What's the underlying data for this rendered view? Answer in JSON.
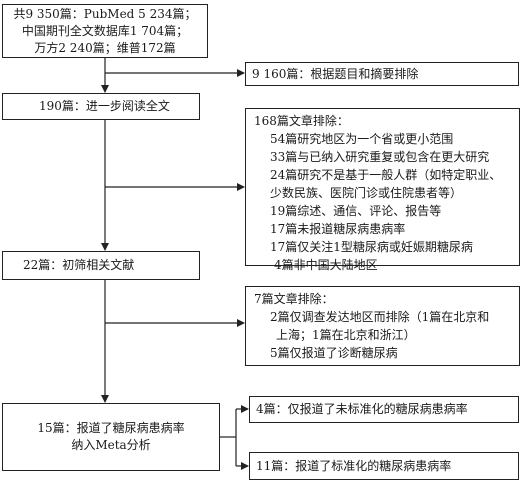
{
  "boxes": {
    "sources": {
      "lines": [
        "共9 350篇：PubMed 5 234篇；",
        "中国期刊全文数据库1 704篇；",
        "万方2 240篇；维普172篇"
      ]
    },
    "excluded_title": {
      "text": "9 160篇：根据题目和摘要排除"
    },
    "full_text": {
      "text": "190篇：进一步阅读全文"
    },
    "excluded_168": {
      "heading": "168篇文章排除：",
      "items": [
        "54篇研究地区为一个省或更小范围",
        "33篇与已纳入研究重复或包含在更大研究",
        "24篇研究不是基于一般人群（如特定职业、",
        "少数民族、医院门诊或住院患者等）",
        "19篇综述、通信、评论、报告等",
        "17篇未报道糖尿病患病率",
        "17篇仅关注1型糖尿病或妊娠期糖尿病",
        "4篇非中国大陆地区"
      ]
    },
    "initial": {
      "text": "22篇：初筛相关文献"
    },
    "excluded_7": {
      "heading": "7篇文章排除：",
      "items": [
        "2篇仅调查发达地区而排除（1篇在北京和",
        "上海；1篇在北京和浙江）",
        "5篇仅报道了诊断糖尿病"
      ]
    },
    "included": {
      "lines": [
        "15篇：报道了糖尿病患病率",
        "纳入Meta分析"
      ]
    },
    "non_standard": {
      "text": "4篇：仅报道了未标准化的糖尿病患病率"
    },
    "standard": {
      "text": "11篇：报道了标准化的糖尿病患病率"
    }
  }
}
